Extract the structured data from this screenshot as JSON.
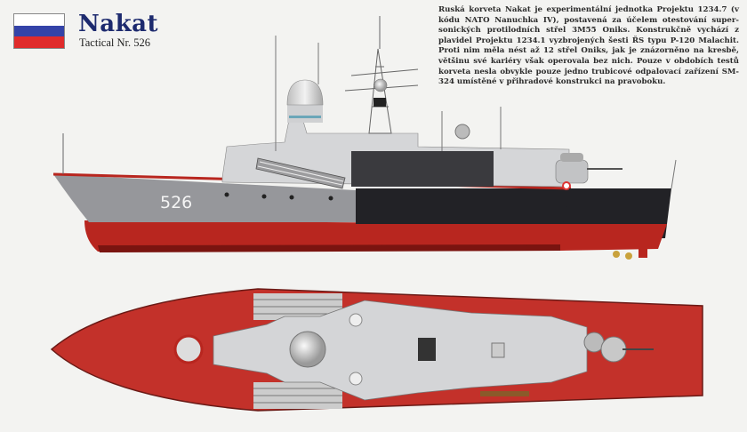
{
  "header": {
    "flag": {
      "name": "russian-flag",
      "colors": [
        "#ffffff",
        "#3443a8",
        "#e02b2b"
      ]
    },
    "title": "Nakat",
    "subtitle": "Tactical Nr. 526"
  },
  "description": "Ruská korveta Nakat je experimentální jednotka Projektu 1234.7 (v kódu NATO Nanuchka IV), postavená za účelem otestování super-sonických protilodních střel 3M55 Oniks. Konstrukčně vychází z plavidel Projektu 1234.1 vyzbrojených šesti ŘS typu P-120 Malachit. Proti nim měla nést až 12 střel Oniks, jak je znázorněno na kresbě, většinu své kariéry však operovala bez nich. Pouze v obdobích testů korveta nesla obvykle pouze jedno trubicové odpalovací zařízení SM-324 umístěné v přihradové konstrukci na pravoboku.",
  "profile_view": {
    "hull_number": "526",
    "colors": {
      "hull_grey": "#8e8f93",
      "hull_dark": "#1e1e22",
      "boot_red": "#b8261f",
      "superstructure": "#d6d7d9",
      "deck_red": "#c8302a"
    }
  },
  "plan_view": {
    "colors": {
      "deck": "#c3312a",
      "superstructure": "#d4d5d7"
    }
  }
}
